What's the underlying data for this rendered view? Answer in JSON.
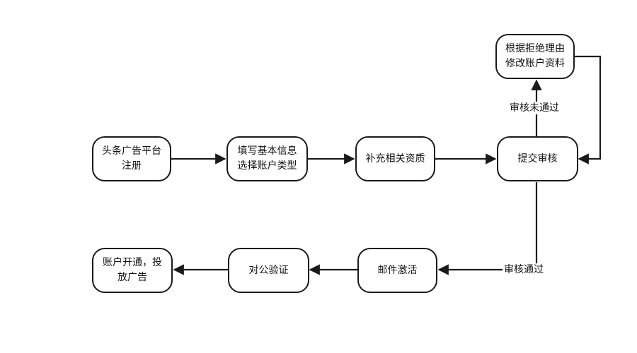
{
  "nodes": {
    "register": "头条广告平台\n注册",
    "fill_info": "填写基本信息\n选择账户类型",
    "supplement": "补充相关资质",
    "submit": "提交审核",
    "modify": "根据拒绝理由\n修改账户资料",
    "email": "邮件激活",
    "verify": "对公验证",
    "open": "账户开通，投\n放广告"
  },
  "edges": {
    "rejected": "审核未通过",
    "approved": "审核通过"
  }
}
